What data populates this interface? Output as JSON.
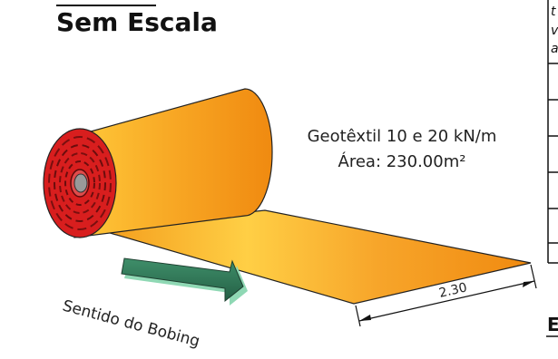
{
  "heading": {
    "title": "Sem Escala"
  },
  "product": {
    "line1": "Geotêxtil 10 e 20 kN/m",
    "line2": "Área: 230.00m²"
  },
  "dimension": {
    "width_label": "2.30"
  },
  "direction": {
    "label": "Sentido do Bobing"
  },
  "right_panel": {
    "fragment_letters": [
      "t",
      "v",
      "a"
    ],
    "section_letter": "E"
  },
  "colors": {
    "roll_dark": "#f08a10",
    "roll_light": "#ffd24a",
    "roll_end_red": "#d81e1e",
    "arrow_fill": "#2e7d5b",
    "arrow_light": "#8fd8b4",
    "line": "#111111"
  }
}
